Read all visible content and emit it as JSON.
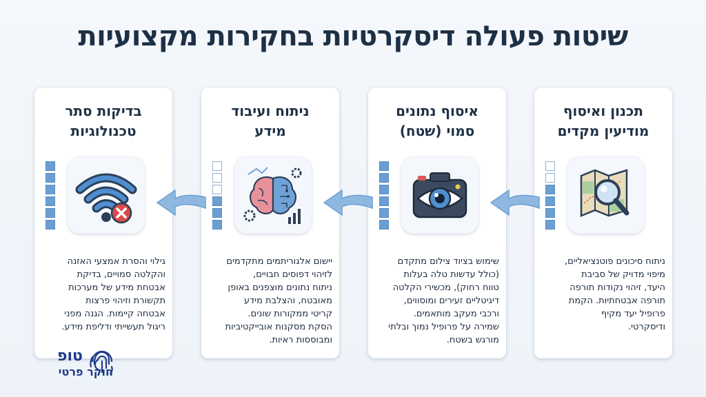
{
  "title": "שיטות פעולה דיסקרטיות בחקירות מקצועיות",
  "cards": [
    {
      "title_line1": "תכנון ואיסוף",
      "title_line2": "מודיעין מקדים",
      "icon": "map-magnifier-icon",
      "desc": [
        "ניתוח סיכונים פוטנציאליים,",
        "מיפוי מדויק של סביבת",
        "היעד, זיהוי נקודות תורפה",
        "תורפה אבטחתיות. הקמת",
        "פרופיל יעד מקיף",
        "ודיסקרטי."
      ]
    },
    {
      "title_line1": "איסוף נתונים",
      "title_line2": "סמוי (שטח)",
      "icon": "camera-eye-icon",
      "desc": [
        "שימוש בציוד צילום מתקדם",
        "(כולל עדשות טלה בעלות",
        "טווח רחוק), מכשירי הקלטה",
        "דיגיטליים זעירים ומוסווים,",
        "ורכבי מעקב מותאמים.",
        "שמירה על פרופיל נמוך ובלתי",
        "מורגש בשטח."
      ]
    },
    {
      "title_line1": "ניתוח ועיבוד",
      "title_line2": "מידע",
      "icon": "brain-analytics-icon",
      "desc": [
        "יישום אלגוריתמים מתקדמים",
        "לזיהוי דפוסים חבויים,",
        "ניתוח נתונים מוצפנים באופן",
        "מאובטח, והצלבת מידע",
        "קריטי ממקורות שונים.",
        "הסקת מסקנות אובייקטיביות",
        "ומבוססות ראיות."
      ]
    },
    {
      "title_line1": "בדיקות סתר",
      "title_line2": "טכנולוגיות",
      "icon": "wifi-blocked-icon",
      "desc": [
        "גילוי והסרת אמצעי האזנה",
        "והקלטה סמויים, בדיקת",
        "אבטחת מידע של מערכות",
        "תקשורת וזיהוי פרצות",
        "אבטחה קיימות. הגנה מפני",
        "ריגול תעשייתי ודליפת מידע."
      ]
    }
  ],
  "logo": {
    "name": "טופ",
    "tagline": "חוקר פרטי"
  },
  "colors": {
    "title": "#1d3045",
    "accent": "#6b9fd3",
    "arrow": "#8fb8e0",
    "logo": "#1f3b8a"
  }
}
